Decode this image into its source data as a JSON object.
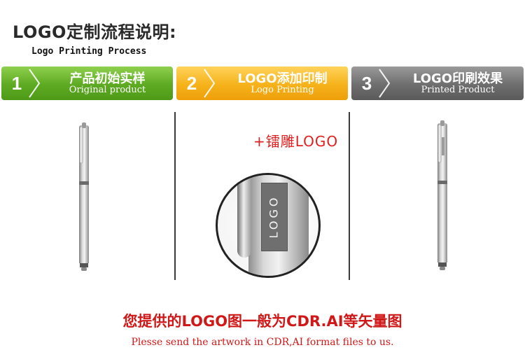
{
  "header": {
    "title": "LOGO定制流程说明:",
    "subtitle": "Logo Printing Process"
  },
  "steps": [
    {
      "number": "1",
      "cn": "产品初始实样",
      "en": "Original product",
      "color": "#5daa22"
    },
    {
      "number": "2",
      "cn": "LOGO添加印制",
      "en": "Logo Printing",
      "color": "#f6b21a"
    },
    {
      "number": "3",
      "cn": "LOGO印刷效果",
      "en": "Printed Product",
      "color": "#6e6e6e"
    }
  ],
  "middle": {
    "engrave_label": "+镭雕LOGO",
    "zoom_logo_text": "LOGO"
  },
  "footer": {
    "note_cn": "您提供的LOGO图一般为CDR.AI等矢量图",
    "note_en": "Plesse send the artwork in CDR,AI format files to us."
  },
  "colors": {
    "accent_red": "#d01818",
    "green": "#5daa22",
    "yellow": "#f6b21a",
    "gray": "#6e6e6e"
  }
}
